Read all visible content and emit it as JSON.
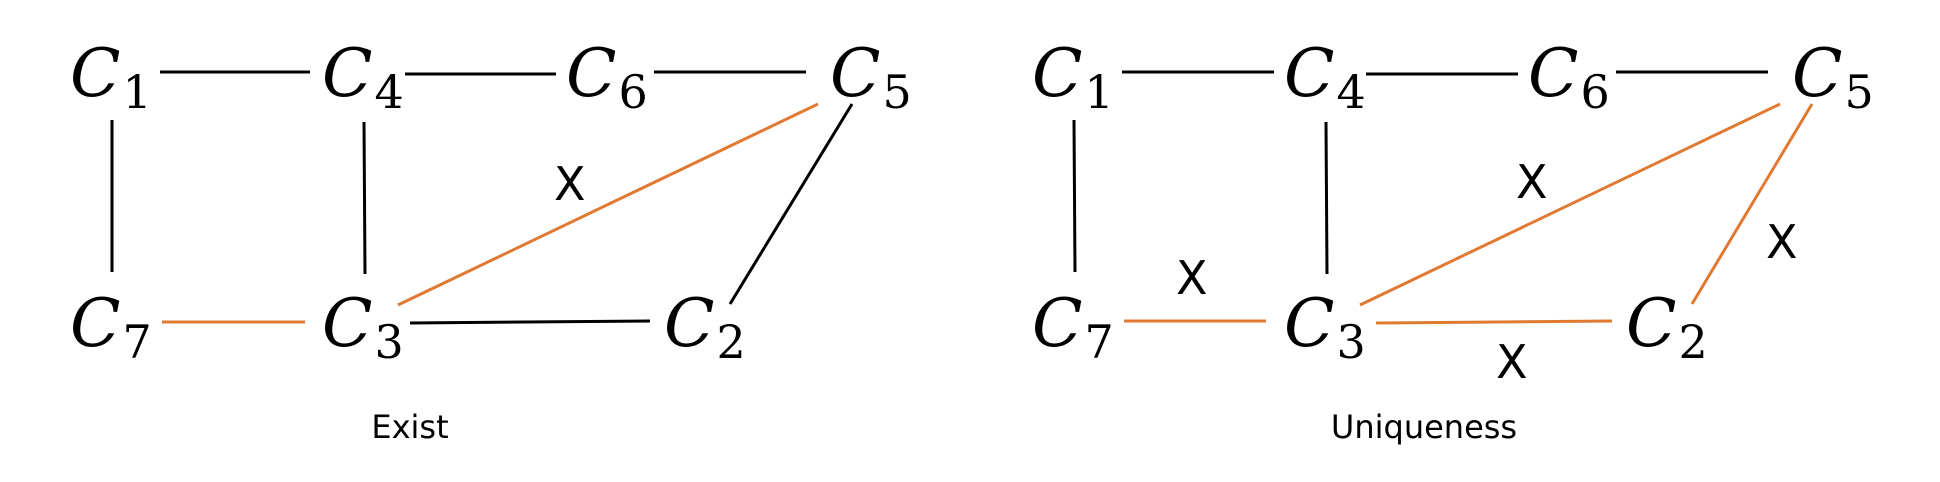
{
  "colors": {
    "normal_edge": "#000000",
    "highlight_edge": "#e07a33"
  },
  "panels": [
    {
      "caption": "Exist",
      "nodes": [
        {
          "id": "C1",
          "letter": "C",
          "sub": "1"
        },
        {
          "id": "C4",
          "letter": "C",
          "sub": "4"
        },
        {
          "id": "C6",
          "letter": "C",
          "sub": "6"
        },
        {
          "id": "C5",
          "letter": "C",
          "sub": "5"
        },
        {
          "id": "C7",
          "letter": "C",
          "sub": "7"
        },
        {
          "id": "C3",
          "letter": "C",
          "sub": "3"
        },
        {
          "id": "C2",
          "letter": "C",
          "sub": "2"
        }
      ],
      "edges": [
        {
          "from": "C1",
          "to": "C4",
          "highlight": false
        },
        {
          "from": "C4",
          "to": "C6",
          "highlight": false
        },
        {
          "from": "C6",
          "to": "C5",
          "highlight": false
        },
        {
          "from": "C1",
          "to": "C7",
          "highlight": false
        },
        {
          "from": "C4",
          "to": "C3",
          "highlight": false
        },
        {
          "from": "C7",
          "to": "C3",
          "highlight": true
        },
        {
          "from": "C3",
          "to": "C2",
          "highlight": false
        },
        {
          "from": "C3",
          "to": "C5",
          "highlight": true
        },
        {
          "from": "C2",
          "to": "C5",
          "highlight": false
        }
      ],
      "marks": [
        {
          "text": "X",
          "near": "C3-C5"
        }
      ]
    },
    {
      "caption": "Uniqueness",
      "nodes": [
        {
          "id": "C1",
          "letter": "C",
          "sub": "1"
        },
        {
          "id": "C4",
          "letter": "C",
          "sub": "4"
        },
        {
          "id": "C6",
          "letter": "C",
          "sub": "6"
        },
        {
          "id": "C5",
          "letter": "C",
          "sub": "5"
        },
        {
          "id": "C7",
          "letter": "C",
          "sub": "7"
        },
        {
          "id": "C3",
          "letter": "C",
          "sub": "3"
        },
        {
          "id": "C2",
          "letter": "C",
          "sub": "2"
        }
      ],
      "edges": [
        {
          "from": "C1",
          "to": "C4",
          "highlight": false
        },
        {
          "from": "C4",
          "to": "C6",
          "highlight": false
        },
        {
          "from": "C6",
          "to": "C5",
          "highlight": false
        },
        {
          "from": "C1",
          "to": "C7",
          "highlight": false
        },
        {
          "from": "C4",
          "to": "C3",
          "highlight": false
        },
        {
          "from": "C7",
          "to": "C3",
          "highlight": true
        },
        {
          "from": "C3",
          "to": "C2",
          "highlight": true
        },
        {
          "from": "C3",
          "to": "C5",
          "highlight": true
        },
        {
          "from": "C2",
          "to": "C5",
          "highlight": true
        }
      ],
      "marks": [
        {
          "text": "X",
          "near": "C7-C3"
        },
        {
          "text": "X",
          "near": "C3-C5"
        },
        {
          "text": "X",
          "near": "C3-C2"
        },
        {
          "text": "X",
          "near": "C2-C5"
        }
      ]
    }
  ]
}
